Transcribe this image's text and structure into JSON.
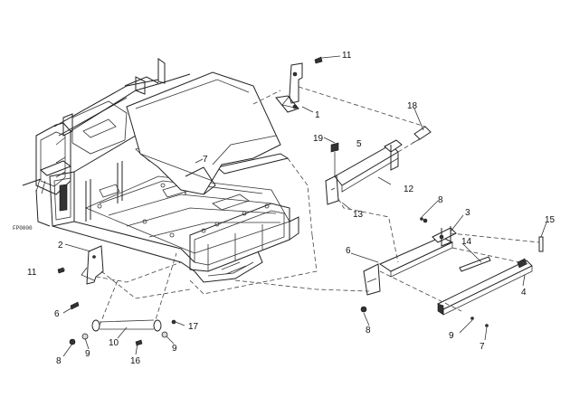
{
  "figure_code": "FP0000",
  "callouts": [
    {
      "id": "c11a",
      "text": "11"
    },
    {
      "id": "c1",
      "text": "1"
    },
    {
      "id": "c18",
      "text": "18"
    },
    {
      "id": "c19",
      "text": "19"
    },
    {
      "id": "c5",
      "text": "5"
    },
    {
      "id": "c7a",
      "text": "7"
    },
    {
      "id": "c12",
      "text": "12"
    },
    {
      "id": "c13",
      "text": "13"
    },
    {
      "id": "c8a",
      "text": "8"
    },
    {
      "id": "c3",
      "text": "3"
    },
    {
      "id": "c15",
      "text": "15"
    },
    {
      "id": "c14",
      "text": "14"
    },
    {
      "id": "c6a",
      "text": "6"
    },
    {
      "id": "c4",
      "text": "4"
    },
    {
      "id": "c2",
      "text": "2"
    },
    {
      "id": "c11b",
      "text": "11"
    },
    {
      "id": "c6b",
      "text": "6"
    },
    {
      "id": "c8b",
      "text": "8"
    },
    {
      "id": "c9a",
      "text": "9"
    },
    {
      "id": "c7b",
      "text": "7"
    },
    {
      "id": "c17",
      "text": "17"
    },
    {
      "id": "c10",
      "text": "10"
    },
    {
      "id": "c9b",
      "text": "9"
    },
    {
      "id": "c8c",
      "text": "8"
    },
    {
      "id": "c9c",
      "text": "9"
    },
    {
      "id": "c16",
      "text": "16"
    }
  ]
}
